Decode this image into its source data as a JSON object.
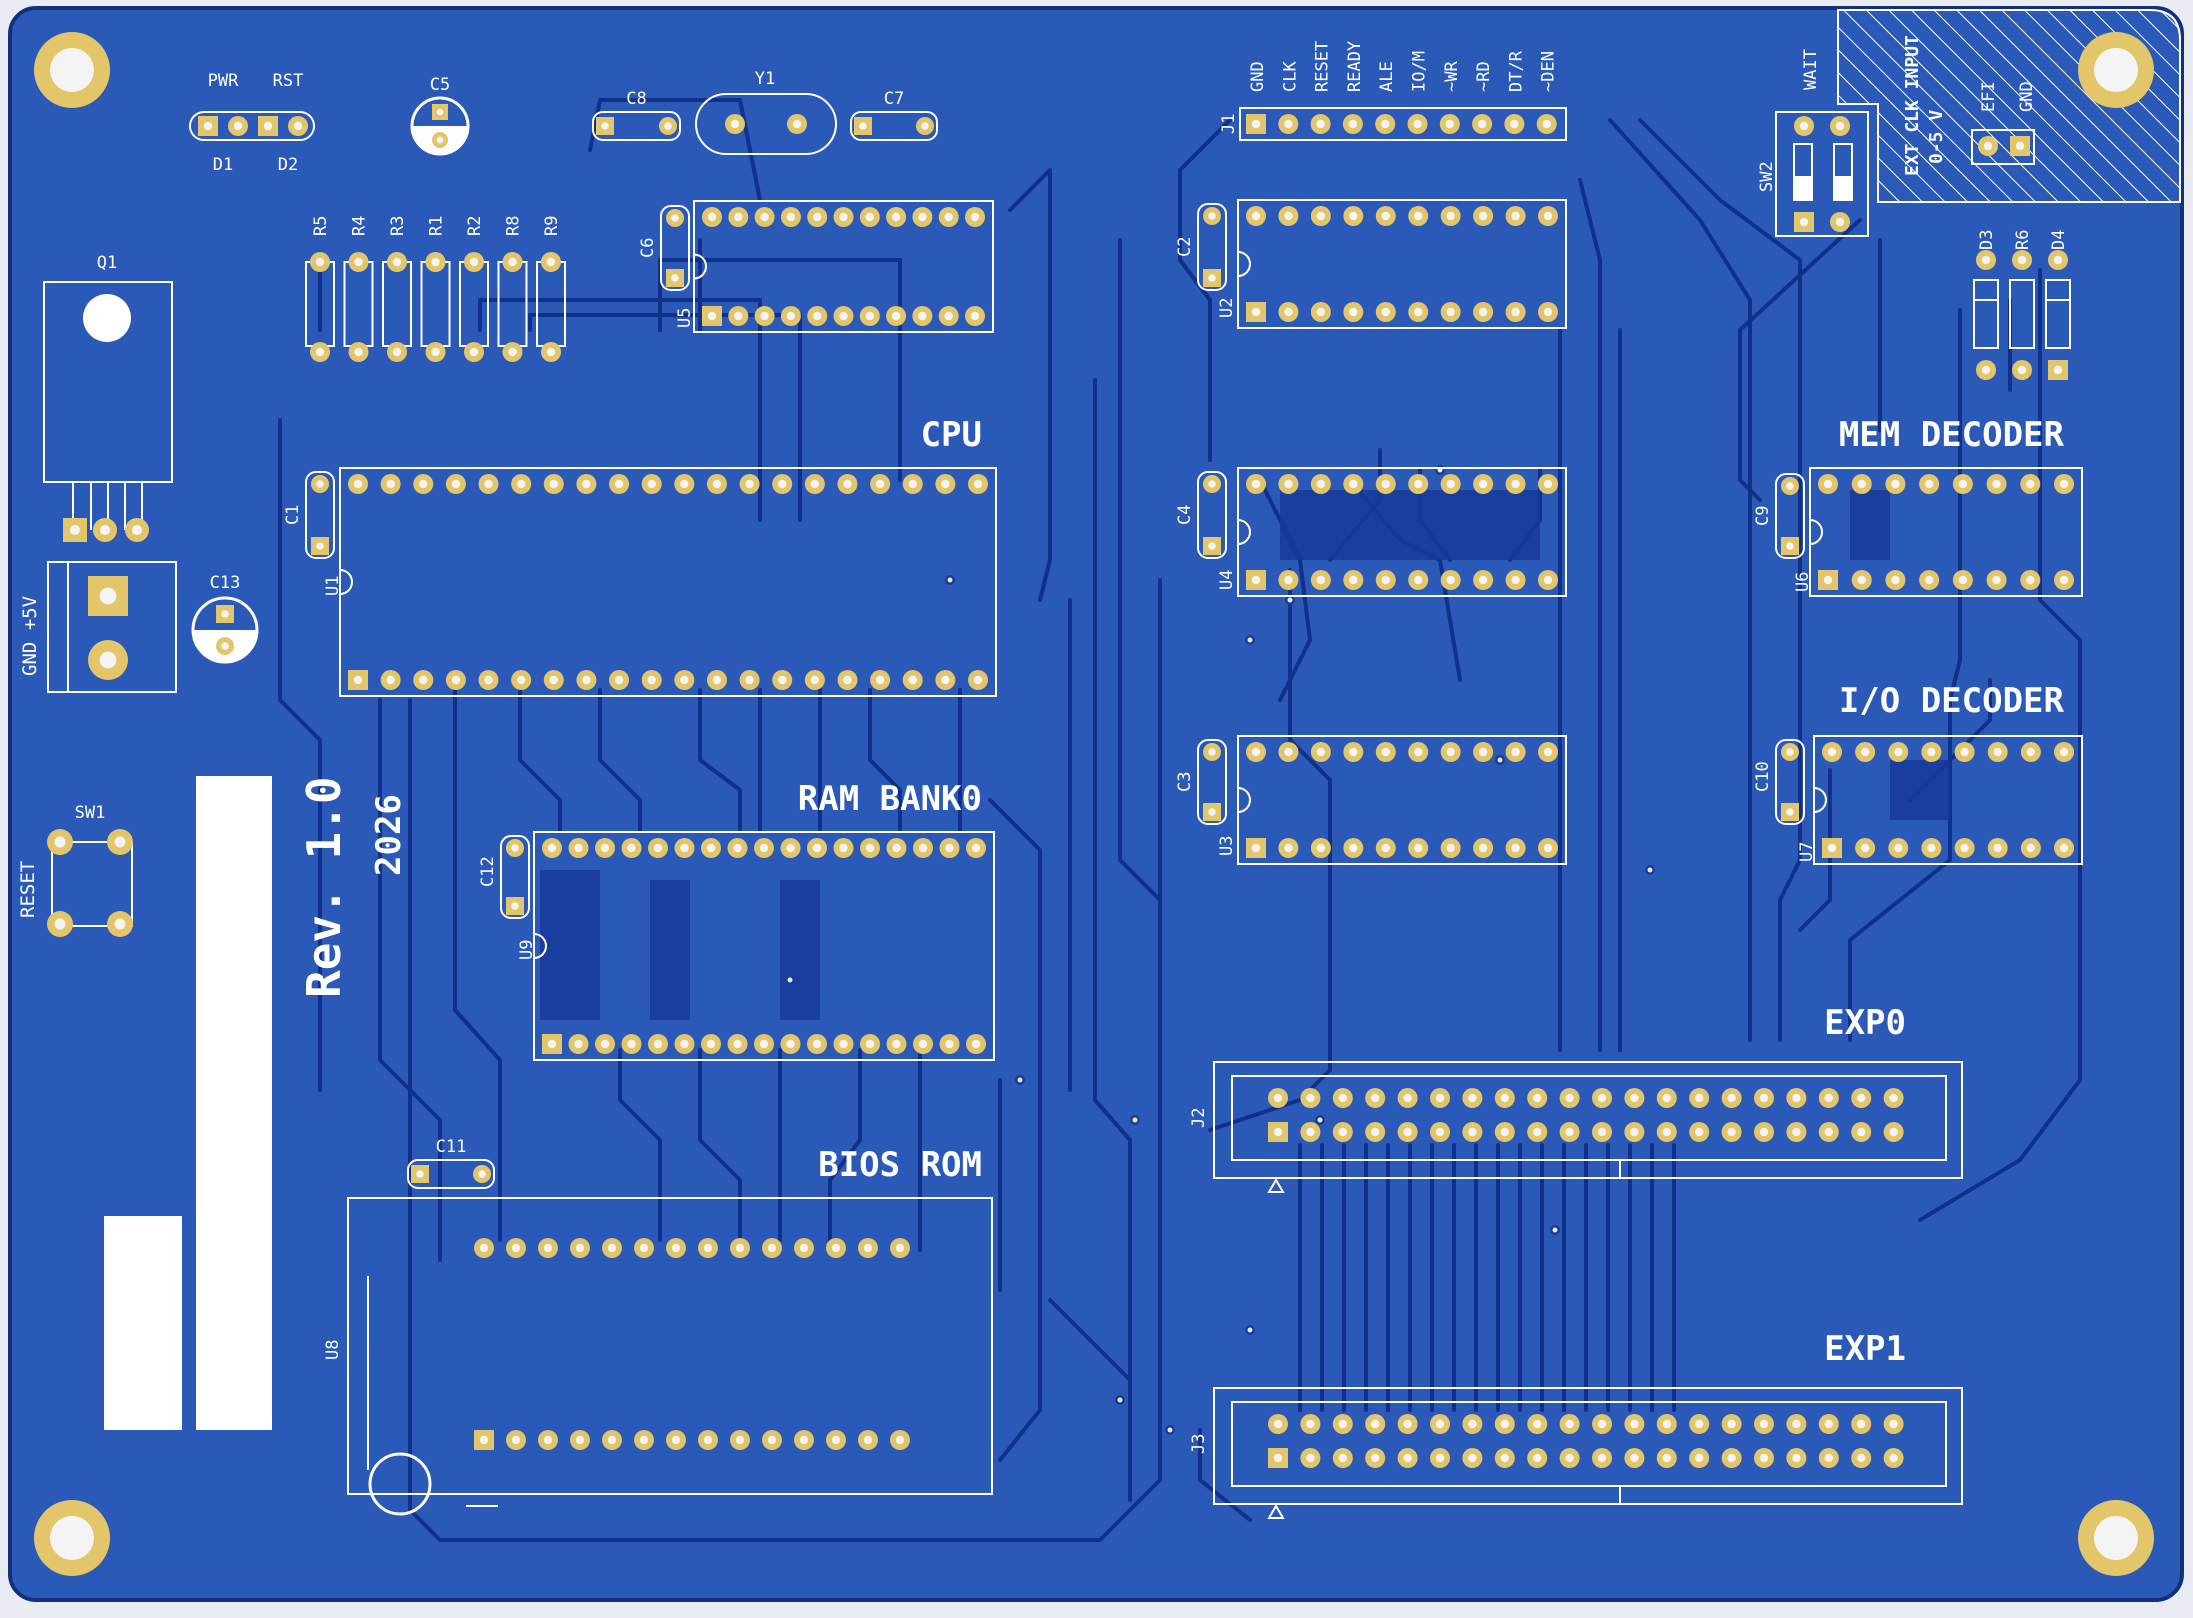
{
  "board": {
    "title_line1": "8088",
    "title_line2": "Homebrew Computer",
    "revision": "Rev. 1.0",
    "year": "2026",
    "colors": {
      "board": "#2a59b8",
      "trace": "#10308a",
      "pad": "#e3c56a",
      "silk": "#ffffff"
    }
  },
  "sections": {
    "cpu": "CPU",
    "ram": "RAM BANK0",
    "bios": "BIOS ROM",
    "mem_decoder": "MEM DECODER",
    "io_decoder": "I/O DECODER",
    "exp0": "EXP0",
    "exp1": "EXP1"
  },
  "components": {
    "Q1": "Q1",
    "C13": "C13",
    "SW1": "SW1",
    "D1": "D1",
    "D2": "D2",
    "C5": "C5",
    "C8": "C8",
    "Y1": "Y1",
    "C7": "C7",
    "C6": "C6",
    "U5": "U5",
    "R5": "R5",
    "R4": "R4",
    "R3": "R3",
    "R1": "R1",
    "R2": "R2",
    "R8": "R8",
    "R9": "R9",
    "C1": "C1",
    "U1": "U1",
    "C12": "C12",
    "U9": "U9",
    "C11": "C11",
    "U8": "U8",
    "J1": "J1",
    "C2": "C2",
    "U2": "U2",
    "C4": "C4",
    "U4": "U4",
    "C3": "C3",
    "U3": "U3",
    "J2": "J2",
    "J3": "J3",
    "SW2": "SW2",
    "D3": "D3",
    "R6": "R6",
    "D4": "D4",
    "C9": "C9",
    "U6": "U6",
    "C10": "C10",
    "U7": "U7"
  },
  "labels": {
    "pwr": "PWR",
    "rst": "RST",
    "reset": "RESET",
    "gnd_5v": "GND  +5V",
    "wait": "WAIT",
    "ext_clk": "EXT CLK INPUT",
    "range": "0-5 V",
    "efi": "EFI",
    "gnd": "GND",
    "bus_pins": [
      "GND",
      "CLK",
      "RESET",
      "READY",
      "ALE",
      "IO/M",
      "~WR",
      "~RD",
      "DT/R",
      "~DEN"
    ]
  }
}
